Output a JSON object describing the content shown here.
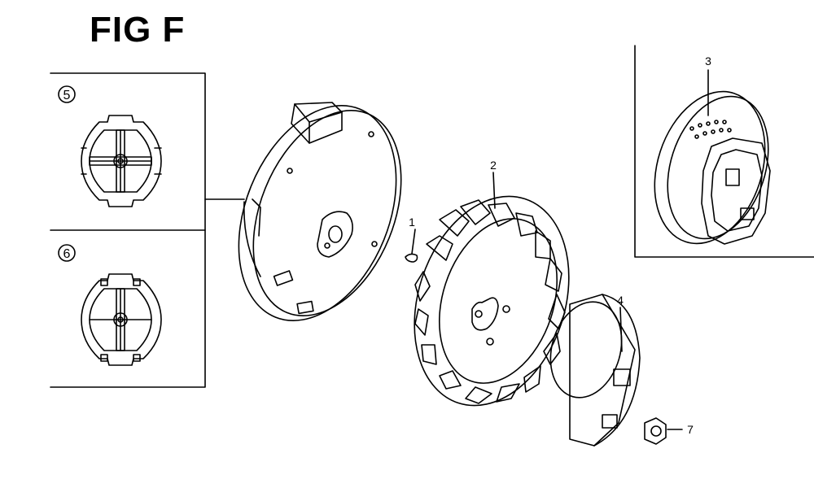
{
  "figure": {
    "title": "FIG F"
  },
  "callouts": {
    "c1": "1",
    "c2": "2",
    "c3": "3",
    "c4": "4",
    "c5": "5",
    "c6": "6",
    "c7": "7"
  },
  "colors": {
    "line": "#000000",
    "background": "#ffffff"
  }
}
